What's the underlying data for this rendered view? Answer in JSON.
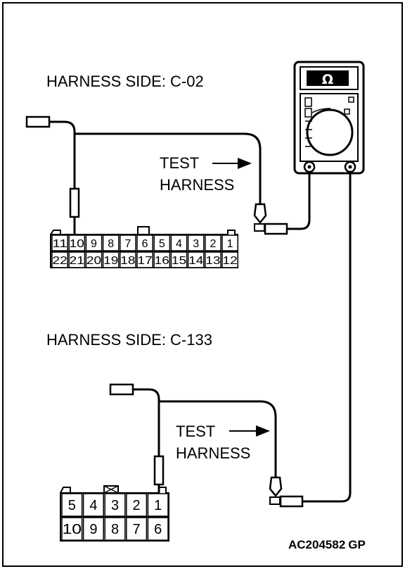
{
  "labels": {
    "c02_title": "HARNESS SIDE: C-02",
    "c133_title": "HARNESS SIDE: C-133",
    "test1": "TEST",
    "harness1": "HARNESS",
    "test2": "TEST",
    "harness2": "HARNESS",
    "code": "AC204582",
    "code_suffix": "GP"
  },
  "meter": {
    "symbol": "Ω"
  },
  "connector_c02": {
    "top_row": [
      "11",
      "10",
      "9",
      "8",
      "7",
      "6",
      "5",
      "4",
      "3",
      "2",
      "1"
    ],
    "bottom_row": [
      "22",
      "21",
      "20",
      "19",
      "18",
      "17",
      "16",
      "15",
      "14",
      "13",
      "12"
    ],
    "probed_pin": "10"
  },
  "connector_c133": {
    "top_row": [
      "5",
      "4",
      "3",
      "2",
      "1"
    ],
    "bottom_row": [
      "10",
      "9",
      "8",
      "7",
      "6"
    ],
    "probed_pin": "1"
  }
}
